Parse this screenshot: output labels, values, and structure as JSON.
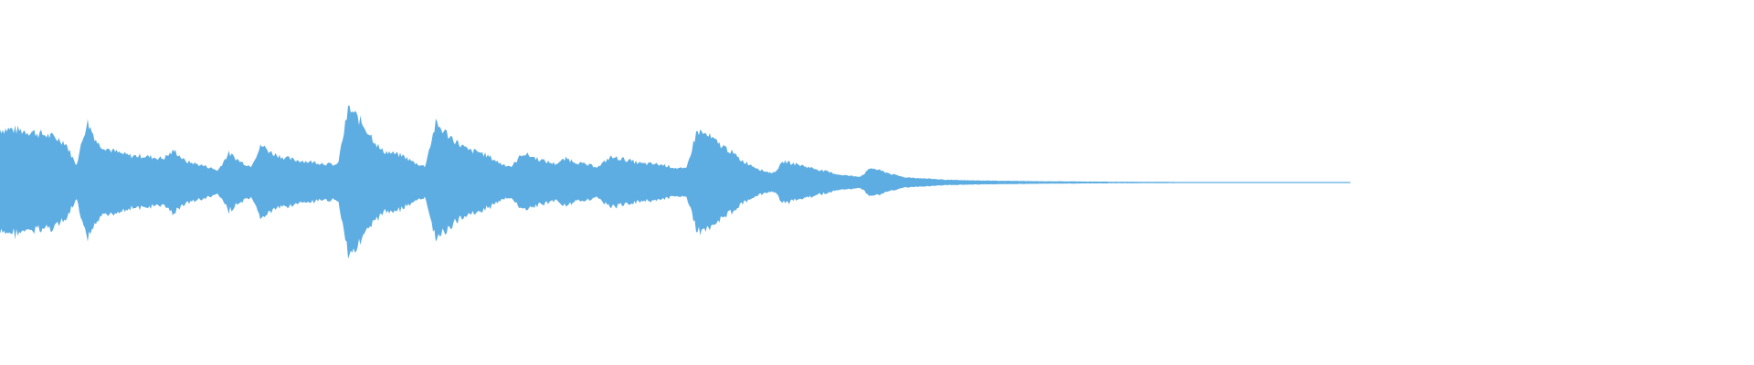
{
  "waveform": {
    "color": "#5dade2",
    "background": "#ffffff",
    "envelope": [
      0.4,
      0.4,
      0.39,
      0.38,
      0.36,
      0.34,
      0.3,
      0.13,
      0.46,
      0.29,
      0.25,
      0.22,
      0.2,
      0.2,
      0.19,
      0.18,
      0.24,
      0.16,
      0.14,
      0.12,
      0.09,
      0.22,
      0.16,
      0.12,
      0.28,
      0.22,
      0.19,
      0.17,
      0.16,
      0.15,
      0.14,
      0.13,
      0.56,
      0.47,
      0.36,
      0.24,
      0.22,
      0.2,
      0.15,
      0.12,
      0.44,
      0.37,
      0.3,
      0.24,
      0.23,
      0.19,
      0.14,
      0.12,
      0.22,
      0.19,
      0.16,
      0.14,
      0.18,
      0.15,
      0.13,
      0.12,
      0.19,
      0.18,
      0.16,
      0.14,
      0.14,
      0.13,
      0.11,
      0.1,
      0.39,
      0.35,
      0.29,
      0.24,
      0.17,
      0.13,
      0.09,
      0.07,
      0.16,
      0.14,
      0.12,
      0.1,
      0.08,
      0.06,
      0.05,
      0.045,
      0.11,
      0.085,
      0.06,
      0.04,
      0.035,
      0.03,
      0.025,
      0.02,
      0.018,
      0.016,
      0.015,
      0.014,
      0.013,
      0.012,
      0.011,
      0.01,
      0.009,
      0.009,
      0.008,
      0.008,
      0.007,
      0.007,
      0.006,
      0.006,
      0.006,
      0.005,
      0.005,
      0.005,
      0.004,
      0.004,
      0.004,
      0.004,
      0.003,
      0.003,
      0.003,
      0.003,
      0.002,
      0.002,
      0.002,
      0.002,
      0.002,
      0.002,
      0.001,
      0.001
    ],
    "samples_visible": 0.77
  }
}
